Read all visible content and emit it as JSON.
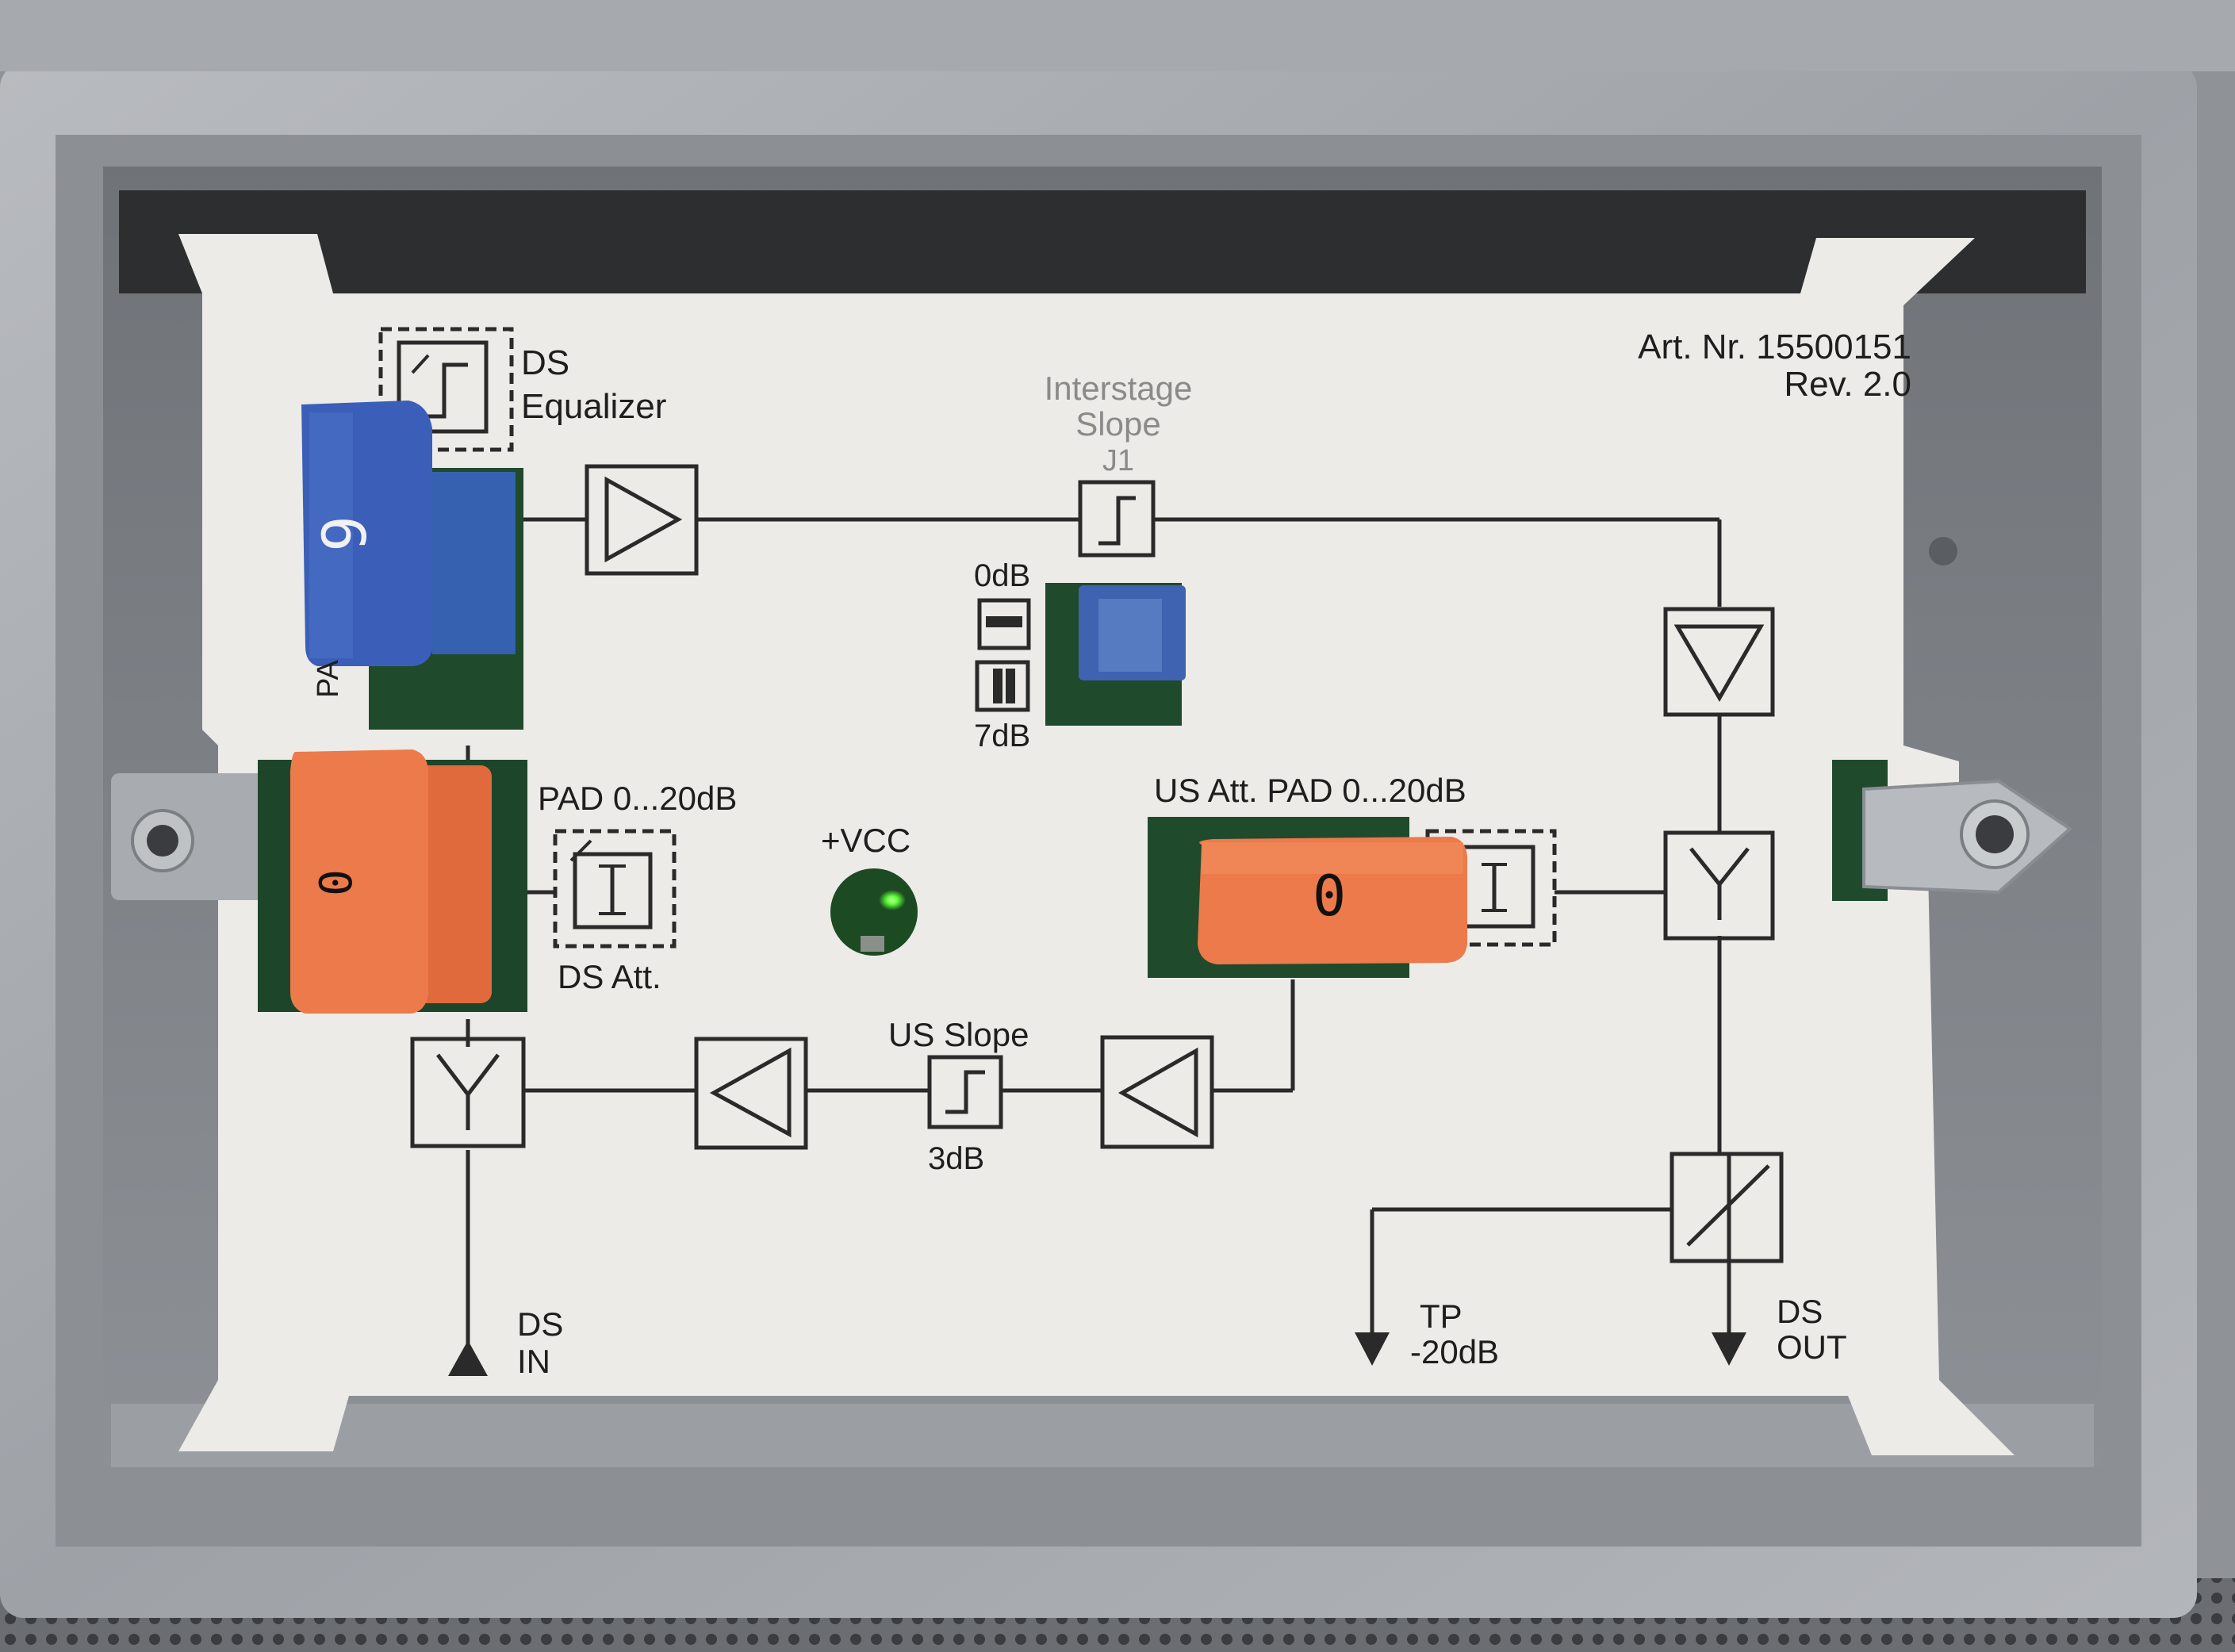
{
  "colors": {
    "housing": "#a7aaae",
    "panel": "#ecebe7",
    "ink": "#2a2a2a",
    "pcb": "#1f4a2c",
    "blue_plug": "#3b5fb8",
    "orange_plug": "#ec7a4a",
    "jumper_blue": "#3f63b0",
    "led_green": "#5cff3a"
  },
  "labels": {
    "art_nr": "Art. Nr. 15500151",
    "rev": "Rev. 2.0",
    "ds_eq_line1": "DS",
    "ds_eq_line2": "Equalizer",
    "interstage_line1": "Interstage",
    "interstage_line2": "Slope",
    "j1": "J1",
    "zero_db": "0dB",
    "seven_db": "7dB",
    "pad_range": "PAD 0...20dB",
    "pad_partial": "PA",
    "ds_att": "DS Att.",
    "vcc": "+VCC",
    "us_att": "US Att. PAD 0...20dB",
    "us_slope": "US Slope",
    "three_db": "3dB",
    "ds_in_line1": "DS",
    "ds_in_line2": "IN",
    "tp_line1": "TP",
    "tp_line2": "-20dB",
    "ds_out_line1": "DS",
    "ds_out_line2": "OUT"
  },
  "plugs": {
    "blue_value": "9",
    "orange_left_value": "0",
    "orange_right_value": "0"
  },
  "icons": {
    "amplifier": "triangle-amplifier-icon",
    "diplexer": "y-diplexer-icon",
    "equalizer": "slope-equalizer-icon",
    "attenuator": "attenuator-icon",
    "coupler": "directional-coupler-icon",
    "led": "led-indicator-icon"
  }
}
